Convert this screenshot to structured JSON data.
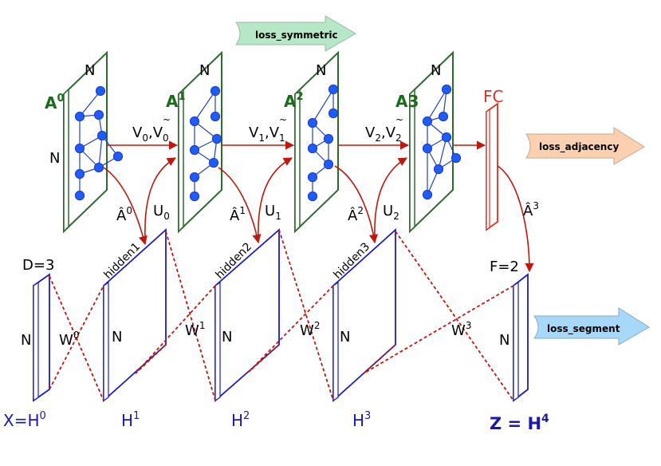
{
  "colors": {
    "panel_green": "#2e6b2e",
    "panel_blue": "#1a1ad0",
    "node_blue": "#1f5cff",
    "arrow_red": "#c0180c",
    "dashed_red": "#c0180c",
    "fc_red": "#e03020",
    "label_green": "#1a6b1a",
    "label_blue": "#1a1aa6",
    "loss_symmetric_fill": "#b6e8c8",
    "loss_adjacency_fill": "#fbd0b0",
    "loss_segment_fill": "#a8d8f8"
  },
  "losses": {
    "symmetric": "loss_symmetric",
    "adjacency": "loss_adjacency",
    "segment": "loss_segment"
  },
  "adjacency": {
    "a0": {
      "base": "A",
      "sup": "0"
    },
    "a1": {
      "base": "A",
      "sup": "1"
    },
    "a2": {
      "base": "A",
      "sup": "2"
    },
    "a3": {
      "base": "A3"
    },
    "n": "N",
    "fc": "FC"
  },
  "transforms": {
    "v0": {
      "base": "V",
      "sub": "0"
    },
    "v0b": {
      "base": "V",
      "mark": "~",
      "sub": "0"
    },
    "v1": {
      "base": "V",
      "sub": "1"
    },
    "v1b": {
      "base": "V",
      "mark": "~",
      "sub": "1"
    },
    "v2": {
      "base": "V",
      "sub": "2"
    },
    "v2b": {
      "base": "V",
      "mark": "~",
      "sub": "2"
    },
    "comma": ",",
    "u0": {
      "base": "U",
      "sub": "0"
    },
    "u1": {
      "base": "U",
      "sub": "1"
    },
    "u2": {
      "base": "U",
      "sub": "2"
    },
    "ah0": {
      "base": "Â",
      "sup": "0"
    },
    "ah1": {
      "base": "Â",
      "sup": "1"
    },
    "ah2": {
      "base": "Â",
      "sup": "2"
    },
    "ah3": {
      "base": "Â",
      "sup": "3"
    }
  },
  "hidden": {
    "h1": "hidden1",
    "h2": "hidden2",
    "h3": "hidden3"
  },
  "features": {
    "d": "D=3",
    "f": "F=2",
    "n": "N",
    "x": {
      "base": "X=H",
      "sup": "0"
    },
    "h1": {
      "base": "H",
      "sup": "1"
    },
    "h2": {
      "base": "H",
      "sup": "2"
    },
    "h3": {
      "base": "H",
      "sup": "3"
    },
    "z": {
      "base": "Z = H",
      "sup": "4"
    },
    "w0": {
      "base": "W",
      "sup": "0"
    },
    "w1": {
      "base": "W",
      "sup": "1"
    },
    "w2": {
      "base": "W",
      "sup": "2"
    },
    "w3": {
      "base": "W",
      "sup": "3"
    }
  }
}
